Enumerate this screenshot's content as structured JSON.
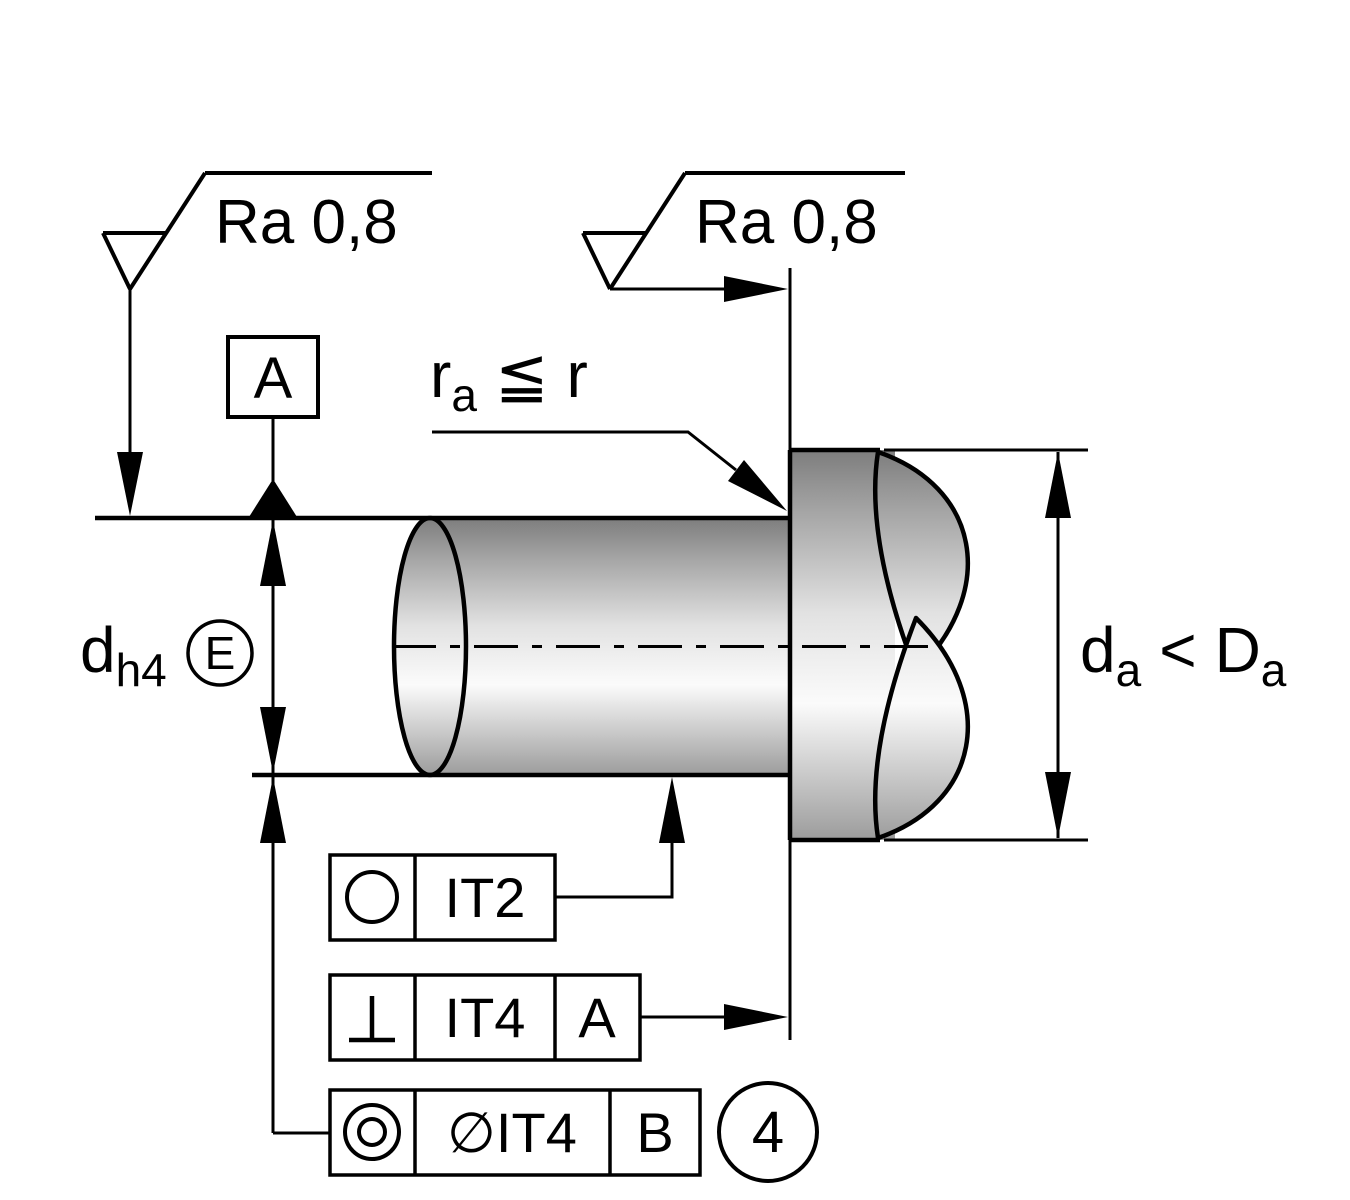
{
  "surface_finish": {
    "left_value": "Ra 0,8",
    "right_value": "Ra 0,8"
  },
  "datum_reference": {
    "label": "A"
  },
  "fillet_note": {
    "base": "r",
    "sub": "a",
    "relation": "≦",
    "reference": "r"
  },
  "left_dimension": {
    "base": "d",
    "sub": "h4",
    "envelope_symbol": "E"
  },
  "right_dimension": {
    "base1": "d",
    "sub1": "a",
    "relation": "<",
    "base2": "D",
    "sub2": "a"
  },
  "tolerance_frames": {
    "circularity": {
      "value": "IT2"
    },
    "perpendicularity": {
      "value": "IT4",
      "datum": "A"
    },
    "concentricity": {
      "value": "∅IT4",
      "datum": "B"
    }
  },
  "note_balloon": {
    "number": "4"
  },
  "colors": {
    "line": "#000000",
    "background": "#ffffff",
    "shade_dark": "#7d7d7d",
    "shade_light": "#fbfbfb"
  }
}
